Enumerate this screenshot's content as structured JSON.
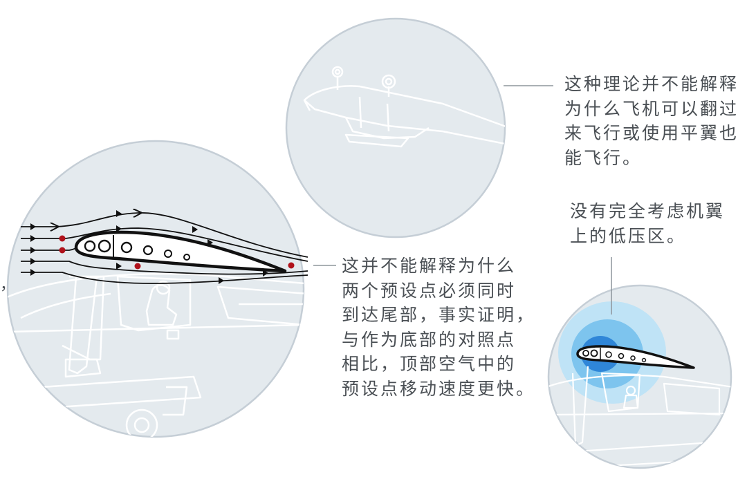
{
  "captions": {
    "top": "这种理论并不能解释\n为什么飞机可以翻过\n来飞行或使用平翼也\n能飞行。",
    "middle": "这并不能解释为什么\n两个预设点必须同时\n到达尾部，事实证明，\n与作为底部的对照点\n相比，顶部空气中的\n预设点移动速度更快。",
    "bottom": "没有完全考虑机翼\n上的低压区。"
  },
  "stray_mark": "，",
  "colors": {
    "circle_fill": "#e4eaee",
    "circle_stroke": "#c5ced6",
    "line_art": "#ffffff",
    "outline": "#111111",
    "marker": "#b0121b",
    "low_pressure_outer": "#bfe3f6",
    "low_pressure_mid": "#7dc4ee",
    "low_pressure_inner": "#2f86d8",
    "leader": "#8d959c"
  }
}
